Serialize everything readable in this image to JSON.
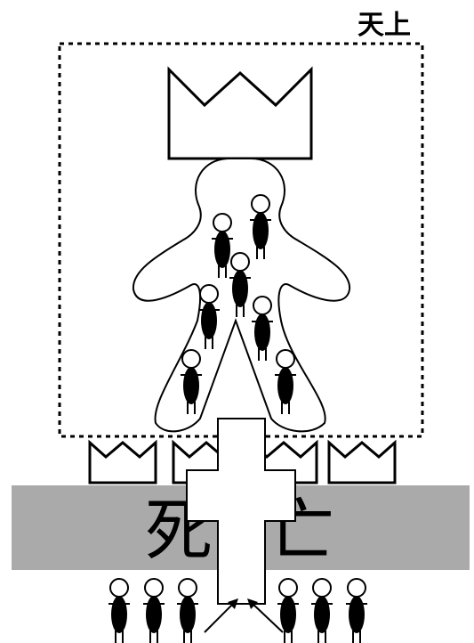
{
  "diagram": {
    "heaven_label": "天上",
    "death_label_left": "死",
    "death_label_right": "亡",
    "colors": {
      "death_band": "#aaaaaa",
      "figure_body": "#000000",
      "outline": "#000000",
      "background": "#ffffff"
    },
    "icons": [
      "large-crown-icon",
      "small-crown-icon",
      "cross-icon",
      "person-icon",
      "giant-body-outline",
      "arrow-icon"
    ]
  }
}
